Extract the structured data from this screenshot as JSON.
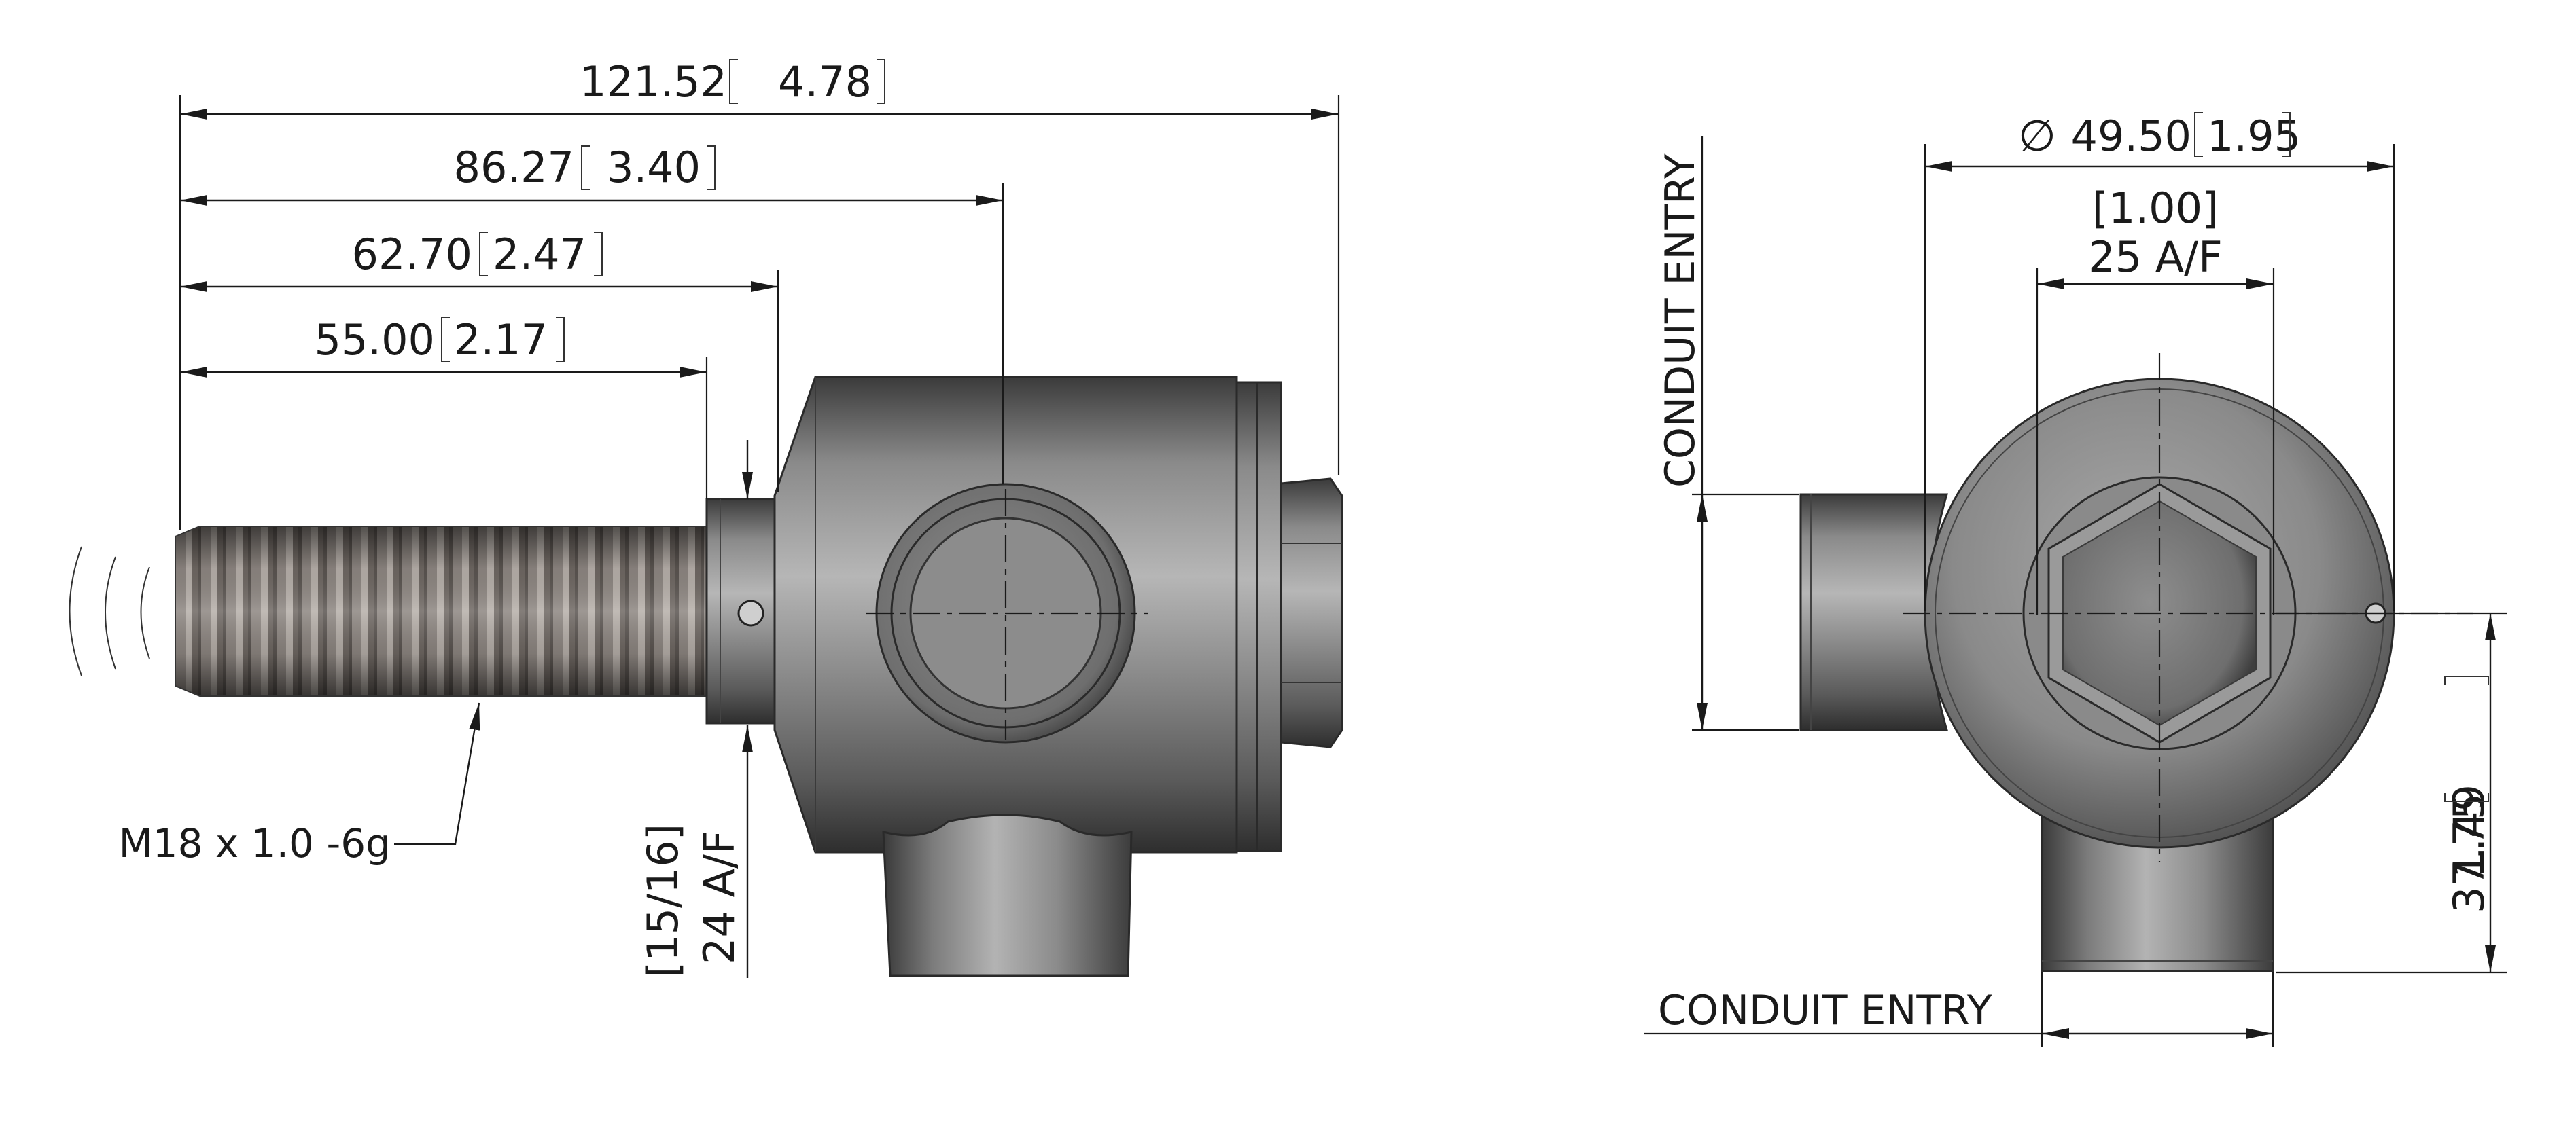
{
  "left_view": {
    "dim_overall": "121.52",
    "dim_overall_inch": "4.78",
    "dim_port": "86.27",
    "dim_port_inch": "3.40",
    "dim_shoulder": "62.70",
    "dim_shoulder_inch": "2.47",
    "dim_thread": "55.00",
    "dim_thread_inch": "2.17",
    "thread_callout": "M18 x 1.0 -6g",
    "hex_callout_inch": "[15/16]",
    "hex_callout": "24 A/F"
  },
  "right_view": {
    "diameter_symbol": "∅",
    "dim_diameter": "49.50",
    "dim_diameter_inch": "1.95",
    "hex_inch": "[1.00]",
    "hex_af": "25 A/F",
    "conduit_entry_side": "CONDUIT ENTRY",
    "conduit_entry_bottom": "CONDUIT ENTRY",
    "dim_height": "37.75",
    "dim_height_inch": "1.49"
  }
}
